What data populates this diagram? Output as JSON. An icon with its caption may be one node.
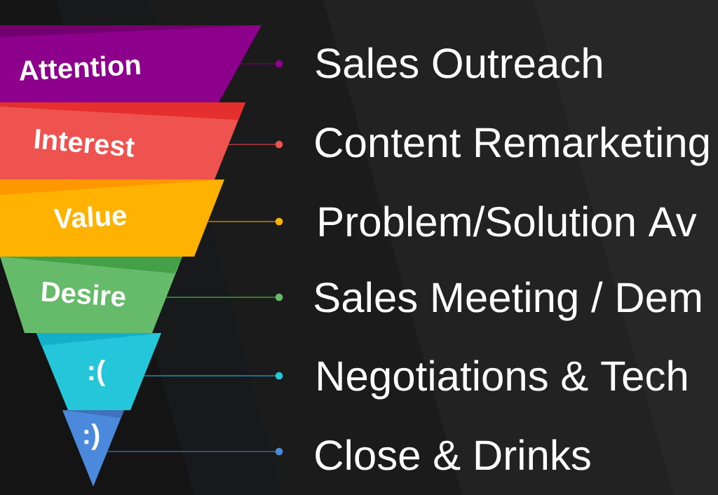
{
  "diagram": {
    "nodes": [
      {
        "text": [
          "Attention"
        ]
      },
      {
        "text": [
          "Interest"
        ]
      },
      {
        "text": [
          "Value"
        ]
      },
      {
        "text": [
          "Desire"
        ]
      },
      {
        "text": [
          ":("
        ]
      },
      {
        "text": [
          ":)"
        ]
      },
      {
        "text": [
          "Sales Outreach"
        ]
      },
      {
        "text": [
          "Content Remarketing"
        ]
      },
      {
        "text": [
          "Problem/Solution Av"
        ]
      },
      {
        "text": [
          "Sales Meeting / Dem"
        ]
      },
      {
        "text": [
          "Negotiations & Tech"
        ]
      },
      {
        "text": [
          "Close & Drinks"
        ]
      }
    ],
    "edges": [
      {
        "from": 0,
        "to": 6,
        "arrow": "none",
        "color": "#6b006b"
      },
      {
        "from": 1,
        "to": 7,
        "arrow": "none",
        "color": "#b33e3c"
      },
      {
        "from": 2,
        "to": 8,
        "arrow": "none",
        "color": "#bf8600"
      },
      {
        "from": 3,
        "to": 9,
        "arrow": "none",
        "color": "#4c8c4f"
      },
      {
        "from": 4,
        "to": 10,
        "arrow": "none",
        "color": "#1c94a3"
      },
      {
        "from": 5,
        "to": 11,
        "arrow": "none",
        "color": "#3767a5"
      }
    ]
  }
}
